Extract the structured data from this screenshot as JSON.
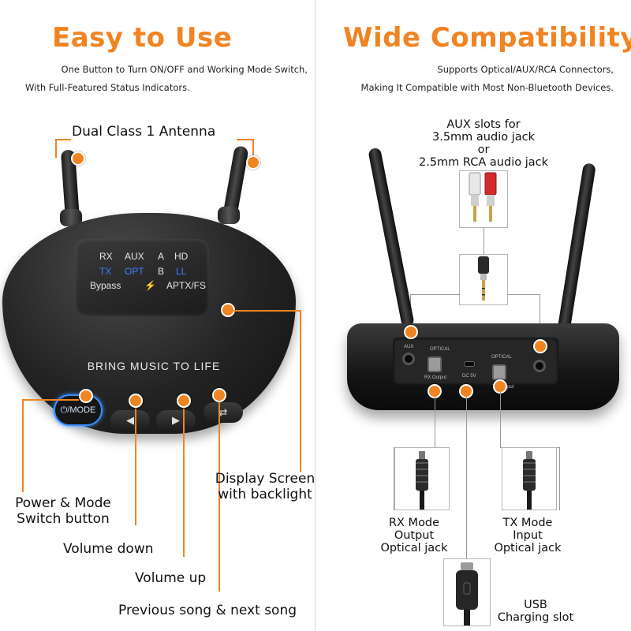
{
  "left": {
    "heading": "Easy to Use",
    "subtitle_line1": "One Button to Turn ON/OFF and Working Mode Switch,",
    "subtitle_line2": "With Full-Featured Status Indicators.",
    "antenna_label": "Dual Class 1 Antenna",
    "screen": {
      "row1": [
        "RX",
        "AUX",
        "A",
        "HD"
      ],
      "row2": [
        "TX",
        "OPT",
        "B",
        "LL"
      ],
      "bypass": "Bypass",
      "bolt": "⚡",
      "aptx": "APTX/FS"
    },
    "slogan": "BRING MUSIC TO LIFE",
    "buttons": {
      "power": "⏻/MODE",
      "vol_down": "◀",
      "vol_up": "▶",
      "track": "⇄"
    },
    "labels": {
      "display_line1": "Display Screen",
      "display_line2": "with backlight",
      "power_line1": "Power & Mode",
      "power_line2": "Switch button",
      "volume_down": "Volume down",
      "volume_up": "Volume up",
      "track": "Previous song & next song"
    }
  },
  "right": {
    "heading": "Wide Compatibility",
    "subtitle_line1": "Supports Optical/AUX/RCA Connectors,",
    "subtitle_line2": "Making It Compatible with Most Non-Bluetooth Devices.",
    "aux_line1": "AUX slots for",
    "aux_line2": "3.5mm  audio jack",
    "aux_line3": "or",
    "aux_line4": "2.5mm RCA audio jack",
    "ports": {
      "aux": "AUX",
      "optical1": "OPTICAL",
      "rx_output": "RX Output",
      "dc": "DC 5V",
      "optical2": "OPTICAL",
      "tx_output": "TX Output"
    },
    "rx_line1": "RX Mode",
    "rx_line2": "Output",
    "rx_line3": "Optical jack",
    "tx_line1": "TX Mode",
    "tx_line2": "Input",
    "tx_line3": "Optical jack",
    "usb_line1": "USB",
    "usb_line2": "Charging slot"
  },
  "colors": {
    "accent": "#f08422",
    "screen_blue": "#3f7dff",
    "device": "#1c1c1c"
  }
}
